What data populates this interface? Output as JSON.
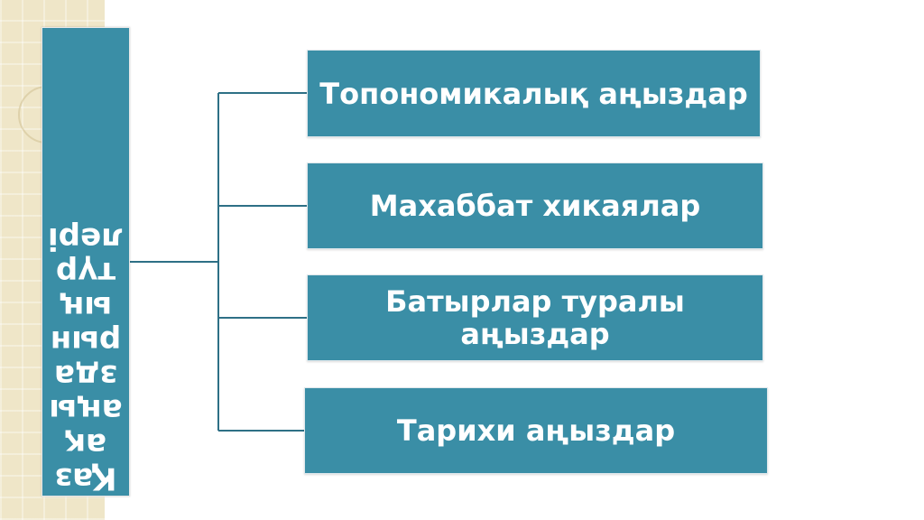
{
  "diagram": {
    "root": {
      "label": "Қазақ аңыздарының түрлері",
      "display": "Қаз\nақ\nаңы\nзда\nрын\nың\nтүр\nлері"
    },
    "branches": [
      {
        "label": "Топономикалық аңыздар"
      },
      {
        "label": "Махаббат хикаялар"
      },
      {
        "label": "Батырлар туралы аңыздар"
      },
      {
        "label": "Тарихи аңыздар"
      }
    ]
  },
  "colors": {
    "box_fill": "#3a8ea6",
    "connector": "#2e7086",
    "text": "#ffffff",
    "side_strip": "#efe6c8"
  }
}
